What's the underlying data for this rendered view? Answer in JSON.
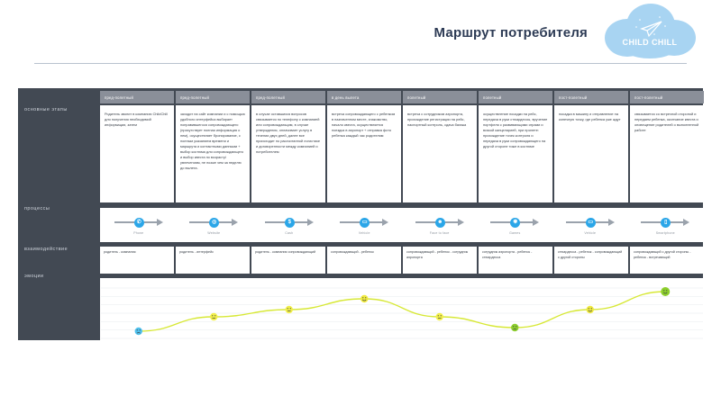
{
  "header": {
    "title": "Маршрут потребителя",
    "logo_text": "CHILD CHILL",
    "logo_icon": "paper-plane-icon",
    "logo_color": "#a8d4f2"
  },
  "row_labels": {
    "stages": "основные этапы",
    "processes": "процессы",
    "interaction": "взаимодействие",
    "emotions": "эмоции"
  },
  "columns": [
    {
      "stage": "пред-полетный",
      "description": "Родитель звонит в компанию ChildChill для получения необходимой информации, затем",
      "process_icon": "phone-icon",
      "process_label": "Phone",
      "interaction": "родитель - компания"
    },
    {
      "stage": "пред-полетный",
      "description": "заходит на сайт компании и с помощью удобного интерфейса выбирает понравившегося сопровождающего (присутствует полная информация о нем), осуществляет бронирование, с полным указанием времени и маршрута и контактными данными + выбор костюма для сопровождающего и выбор квеста по возрасту/увлечениям, не позже чем за неделю до вылета.",
      "process_icon": "website-icon",
      "process_label": "Website",
      "interaction": "родитель - интерфейс"
    },
    {
      "stage": "пред-полетный",
      "description": "в случае оставшихся вопросов связывается по телефону с компанией или сопровождающим, в случае утверждения, оплачивает услугу в течении двух дней, далее все происходит по рассчитанной логистике и договоренности между компанией и потребителем",
      "process_icon": "cash-icon",
      "process_label": "Cash",
      "interaction": "родитель - компания сопровождающий"
    },
    {
      "stage": "в день вылета",
      "description": "встреча сопровождающего с ребенком в назначенном месте, знакомство, начало квеста, осуществляется поездка в аэропорт + отправка фото ребенка каждый час родителям",
      "process_icon": "vehicle-icon",
      "process_label": "Vehicle",
      "interaction": "сопровождающий - ребенок"
    },
    {
      "stage": "полетный",
      "description": "встреча с сотрудником аэропорта, прохождение регистрации на рейс, паспортный контроль, сдача багажа",
      "process_icon": "face-to-face-icon",
      "process_label": "Face to face",
      "interaction": "сопровождающий - ребенок - сотрудник аэропорта"
    },
    {
      "stage": "полетный",
      "description": "осуществление посадки на рейс, передача в руки стюардессы, вручение портфеля с развивающими играми и всякой канцелярией, при прилете: прохождение точек контроля и передача в руки сопровождающего на другой стороне тоже в костюме",
      "process_icon": "games-icon",
      "process_label": "Games",
      "interaction": "сотрудник аэропорта - ребенок - стюардесса"
    },
    {
      "stage": "пост-полетный",
      "description": "посадка в машину и отправление на конечную точку, где ребенка уже ждут",
      "process_icon": "vehicle-icon",
      "process_label": "Vehicle",
      "interaction": "стюардесса - ребенок - сопровождающий с другой стороны"
    },
    {
      "stage": "пост-полетный",
      "description": "связывается со встречной стороной и передаем ребенка, окончание квеста и оповещение родителей о выполненной работе",
      "process_icon": "smartphone-icon",
      "process_label": "Smartphone",
      "interaction": "сопровождающий с другой стороны - ребенок - встречающий"
    }
  ],
  "chart_data": {
    "type": "line",
    "title": "эмоции",
    "xlabel": "",
    "ylabel": "",
    "categories": [
      "Phone",
      "Website",
      "Cash",
      "Vehicle",
      "Face to face",
      "Games",
      "Vehicle",
      "Smartphone"
    ],
    "values": [
      1,
      3,
      4,
      5.5,
      3,
      1.5,
      4,
      6.5
    ],
    "ylim": [
      0,
      7
    ],
    "grid": true,
    "legend": "none",
    "line_color": "#d7e835",
    "markers": [
      {
        "index": 0,
        "mood": "sad",
        "color": "#4fc0ec"
      },
      {
        "index": 1,
        "mood": "neutral",
        "color": "#f2ef4a"
      },
      {
        "index": 2,
        "mood": "neutral",
        "color": "#f2ef4a"
      },
      {
        "index": 3,
        "mood": "smile",
        "color": "#f0ea3f"
      },
      {
        "index": 4,
        "mood": "neutral",
        "color": "#f2ef4a"
      },
      {
        "index": 5,
        "mood": "worried",
        "color": "#8dcf2c"
      },
      {
        "index": 6,
        "mood": "smile",
        "color": "#f0ea3f"
      },
      {
        "index": 7,
        "mood": "happy",
        "color": "#8dcf2c"
      }
    ]
  }
}
